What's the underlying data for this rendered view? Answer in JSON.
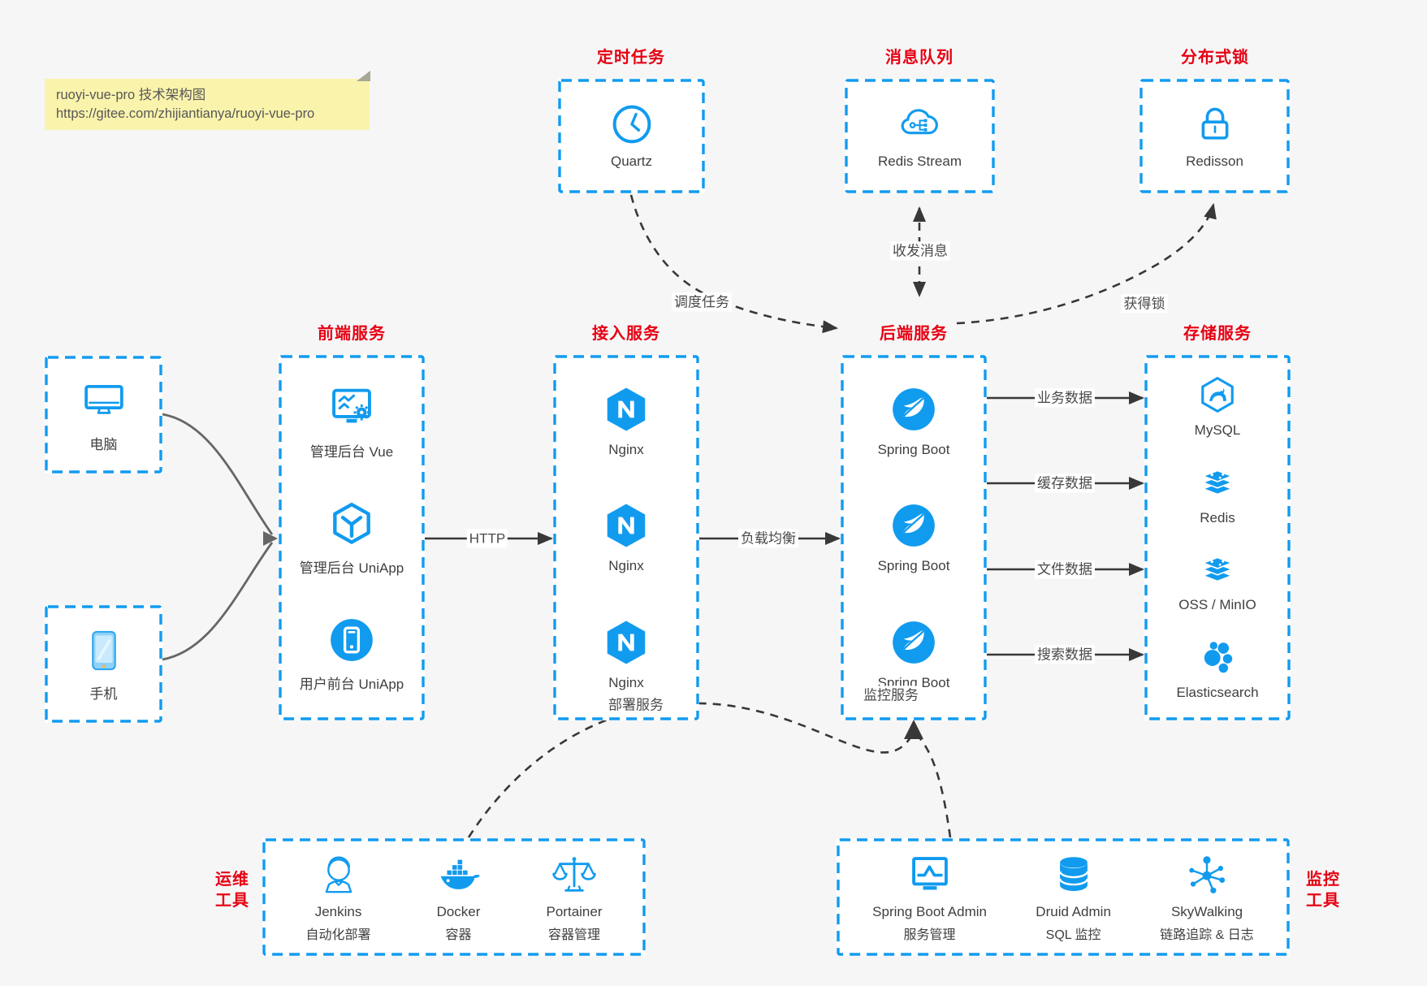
{
  "note": {
    "line1": "ruoyi-vue-pro 技术架构图",
    "line2": "https://gitee.com/zhijiantianya/ruoyi-vue-pro"
  },
  "top_groups": {
    "scheduler": {
      "title": "定时任务",
      "item": {
        "label": "Quartz",
        "icon": "clock-icon"
      }
    },
    "mq": {
      "title": "消息队列",
      "item": {
        "label": "Redis Stream",
        "icon": "cloud-stream-icon"
      }
    },
    "lock": {
      "title": "分布式锁",
      "item": {
        "label": "Redisson",
        "icon": "lock-icon"
      }
    }
  },
  "clients": {
    "pc": {
      "label": "电脑",
      "icon": "desktop-icon"
    },
    "mobile": {
      "label": "手机",
      "icon": "smartphone-icon"
    }
  },
  "columns": {
    "frontend": {
      "title": "前端服务",
      "items": [
        {
          "label": "管理后台 Vue",
          "icon": "admin-vue-icon"
        },
        {
          "label": "管理后台 UniApp",
          "icon": "uniapp-cube-icon"
        },
        {
          "label": "用户前台 UniApp",
          "icon": "user-app-icon"
        }
      ]
    },
    "gateway": {
      "title": "接入服务",
      "items": [
        {
          "label": "Nginx",
          "icon": "nginx-icon"
        },
        {
          "label": "Nginx",
          "icon": "nginx-icon"
        },
        {
          "label": "Nginx",
          "icon": "nginx-icon"
        }
      ]
    },
    "backend": {
      "title": "后端服务",
      "items": [
        {
          "label": "Spring Boot",
          "icon": "spring-icon"
        },
        {
          "label": "Spring Boot",
          "icon": "spring-icon"
        },
        {
          "label": "Spring Boot",
          "icon": "spring-icon"
        }
      ]
    },
    "storage": {
      "title": "存储服务",
      "items": [
        {
          "label": "MySQL",
          "icon": "mysql-icon"
        },
        {
          "label": "Redis",
          "icon": "redis-stack-icon"
        },
        {
          "label": "OSS / MinIO",
          "icon": "redis-stack-icon"
        },
        {
          "label": "Elasticsearch",
          "icon": "elasticsearch-icon"
        }
      ]
    }
  },
  "bottom_groups": {
    "ops": {
      "title_lines": [
        "运维",
        "工具"
      ],
      "items": [
        {
          "name": "Jenkins",
          "desc": "自动化部署",
          "icon": "jenkins-icon"
        },
        {
          "name": "Docker",
          "desc": "容器",
          "icon": "docker-icon"
        },
        {
          "name": "Portainer",
          "desc": "容器管理",
          "icon": "portainer-icon"
        }
      ]
    },
    "monitoring": {
      "title_lines": [
        "监控",
        "工具"
      ],
      "items": [
        {
          "name": "Spring Boot Admin",
          "desc": "服务管理",
          "icon": "sba-icon"
        },
        {
          "name": "Druid Admin",
          "desc": "SQL 监控",
          "icon": "druid-icon"
        },
        {
          "name": "SkyWalking",
          "desc": "链路追踪 & 日志",
          "icon": "skywalking-icon"
        }
      ]
    }
  },
  "edge_labels": {
    "http": "HTTP",
    "load_balance": "负载均衡",
    "business_data": "业务数据",
    "cache_data": "缓存数据",
    "file_data": "文件数据",
    "search_data": "搜索数据",
    "schedule_task": "调度任务",
    "send_receive_message": "收发消息",
    "acquire_lock": "获得锁",
    "deploy_service": "部署服务",
    "monitor_service": "监控服务"
  },
  "colors": {
    "accent_blue": "#119bef",
    "title_red": "#e60012",
    "arrow_dark": "#383838",
    "arrow_gray": "#666666",
    "note_bg": "#faf3ac"
  }
}
